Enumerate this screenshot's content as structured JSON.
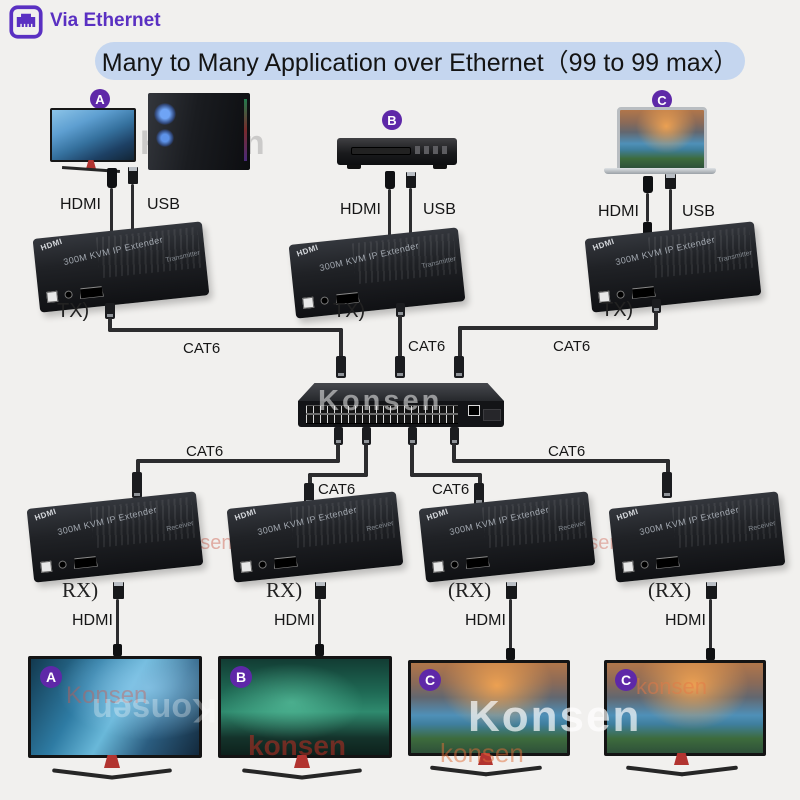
{
  "header": {
    "badge": "Via Ethernet",
    "title": "Many to Many Application over Ethernet（99 to 99 max）"
  },
  "labels": {
    "hdmi": "HDMI",
    "usb": "USB",
    "cat6": "CAT6",
    "tx": "TX)",
    "rx_plain": "RX)",
    "rx_paren": "(RX)"
  },
  "sources": [
    {
      "id": "A",
      "device": "gaming-pc-with-monitor"
    },
    {
      "id": "B",
      "device": "dvd-player"
    },
    {
      "id": "C",
      "device": "laptop"
    }
  ],
  "displays": [
    {
      "id": "A"
    },
    {
      "id": "B"
    },
    {
      "id": "C"
    },
    {
      "id": "C"
    }
  ],
  "extender": {
    "brand": "HDMI",
    "model": "300M KVM IP Extender",
    "tx_role": "Transmitter",
    "rx_role": "Receiver"
  },
  "watermark": {
    "cap": "Konsen",
    "lower": "konsen"
  },
  "colors": {
    "accent_purple": "#5a30c2",
    "badge_purple": "#5e28a8",
    "title_bar_bg": "#c5d6ef",
    "background": "#f1f0ee",
    "cable": "#2c2c2e"
  }
}
